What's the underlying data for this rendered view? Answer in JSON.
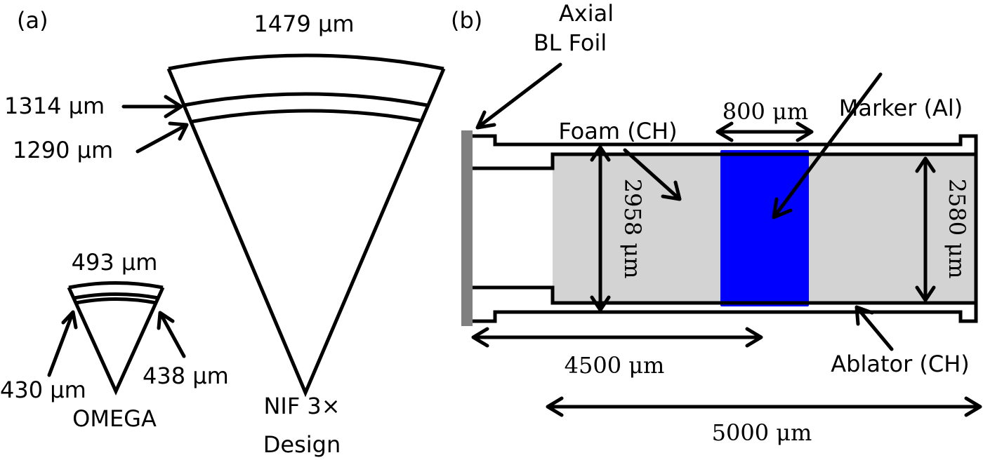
{
  "panel_a": {
    "label": "(a)",
    "nif": {
      "outer": "1479 μm",
      "r1": "1314 μm",
      "r2": "1290 μm",
      "name_line1": "NIF 3×",
      "name_line2": "Design"
    },
    "omega": {
      "outer": "493 μm",
      "left": "430 μm",
      "right": "438 μm",
      "name": "OMEGA"
    }
  },
  "panel_b": {
    "label": "(b)",
    "foil_line1": "Axial",
    "foil_line2": "BL Foil",
    "foam": "Foam (CH)",
    "marker": "Marker (Al)",
    "ablator": "Ablator (CH)",
    "dim_800": "800 μm",
    "dim_2958": "2958 μm",
    "dim_2580": "2580 μm",
    "dim_4500": "4500 μm",
    "dim_5000": "5000 μm"
  },
  "colors": {
    "marker": "#0000ff",
    "foam": "#d3d3d3",
    "foil": "#808080"
  }
}
